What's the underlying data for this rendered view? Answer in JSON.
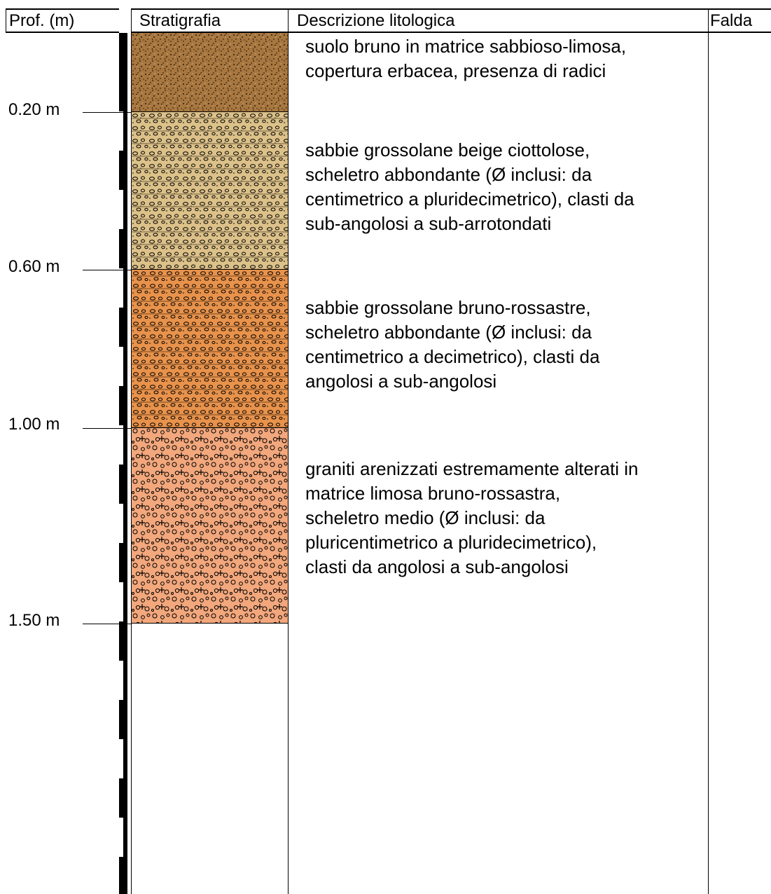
{
  "headers": {
    "depth": "Prof. (m)",
    "stratigraphy": "Stratigrafia",
    "description": "Descrizione litologica",
    "water_table": "Falda"
  },
  "layers": [
    {
      "top": "0.00 m",
      "bottom": "0.20 m",
      "color": "#a8773f",
      "description": "suolo bruno in matrice sabbioso-limosa,\ncopertura erbacea, presenza di radici"
    },
    {
      "top": "0.20 m",
      "bottom": "0.60 m",
      "color": "#dcc189",
      "description": "sabbie grossolane beige ciottolose,\nscheletro abbondante (Ø inclusi: da\ncentimetrico a pluridecimetrico), clasti da\nsub-angolosi a sub-arrotondati"
    },
    {
      "top": "0.60 m",
      "bottom": "1.00 m",
      "color": "#e8924b",
      "description": "sabbie grossolane bruno-rossastre,\nscheletro abbondante (Ø inclusi: da\ncentimetrico a decimetrico), clasti da\nangolosi a sub-angolosi"
    },
    {
      "top": "1.00 m",
      "bottom": "1.50 m",
      "color": "#f2a77c",
      "description": "graniti arenizzati estremamente alterati in\nmatrice limosa bruno-rossastra,\nscheletro medio (Ø inclusi: da\npluricentimetrico a pluridecimetrico),\nclasti da angolosi a sub-angolosi"
    }
  ]
}
